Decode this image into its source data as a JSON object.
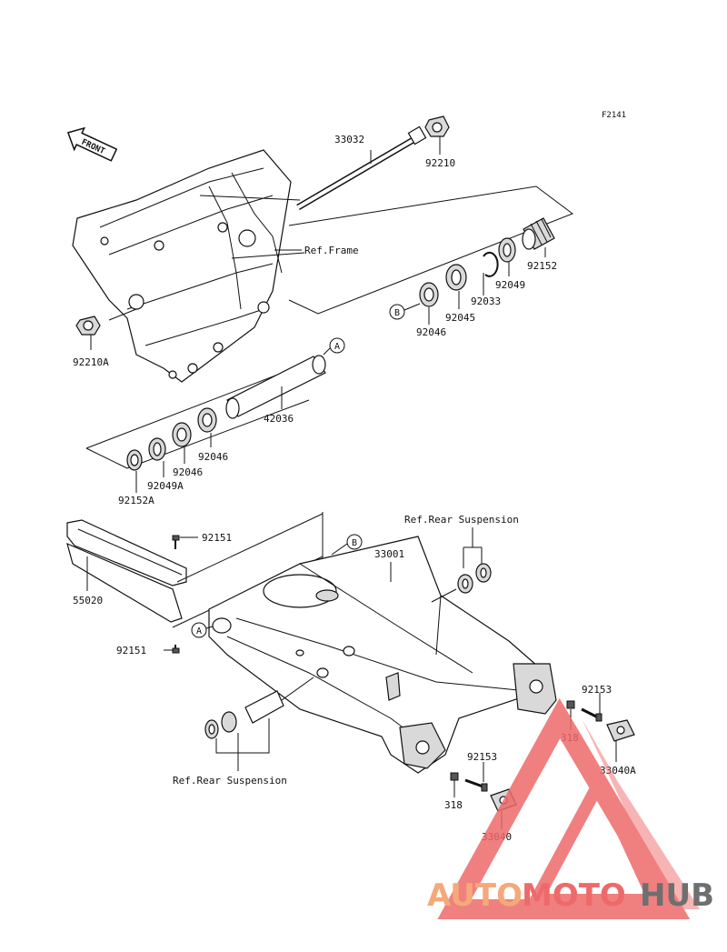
{
  "figure_id": "F2141",
  "front_label": "FRONT",
  "parts": {
    "p33032": "33032",
    "p92210": "92210",
    "p92210A": "92210A",
    "p92152": "92152",
    "p92049": "92049",
    "p92033": "92033",
    "p92045": "92045",
    "p92046_top": "92046",
    "p42036": "42036",
    "p92046_a": "92046",
    "p92046_b": "92046",
    "p92049A": "92049A",
    "p92152A": "92152A",
    "p92151_top": "92151",
    "p92151_bottom": "92151",
    "p55020": "55020",
    "p33001": "33001",
    "p92153_right": "92153",
    "p318_right": "318",
    "p33040A": "33040A",
    "p92153_bottom": "92153",
    "p318_bottom": "318",
    "p33040": "33040"
  },
  "refs": {
    "frame": "Ref.Frame",
    "rear_susp_top": "Ref.Rear Suspension",
    "rear_susp_bottom": "Ref.Rear Suspension"
  },
  "callouts": {
    "a": "A",
    "b": "B"
  },
  "watermark": {
    "auto": "AUTO",
    "moto": "MOTO",
    "hub": "HUB",
    "colors": {
      "auto": "#f5a97a",
      "moto": "#ee6a6a",
      "hub": "#6f6f6f",
      "triangle": "#ee6a6a"
    }
  }
}
